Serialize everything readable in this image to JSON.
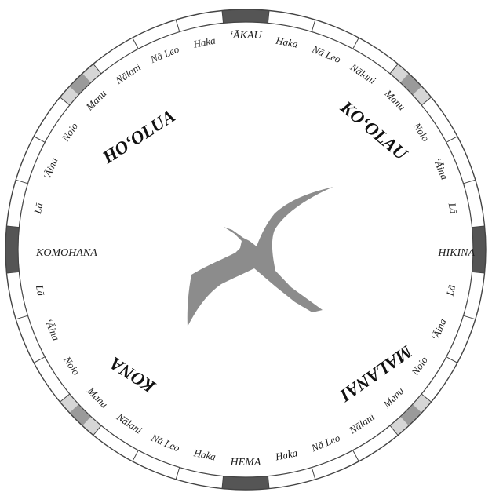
{
  "directions": {
    "north": "ʻĀKAU",
    "east": "HIKINA",
    "south": "HEMA",
    "west": "KOMOHANA"
  },
  "winds": {
    "northwest": "HOʻOLUA",
    "northeast": "KOʻOLAU",
    "southwest": "KONA",
    "southeast": "MALANAI"
  },
  "houses": {
    "haka": "Haka",
    "na_leo": "Nā Leo",
    "nalani": "Nālani",
    "manu": "Manu",
    "noio": "Noio",
    "aina": "ʻĀina",
    "la": "Lā"
  },
  "colors": {
    "ring_dark": "#555555",
    "ring_light": "#d6d6d6",
    "bird": "#8c8c8c",
    "outline": "#444444"
  },
  "icons": {
    "center": "frigatebird-icon"
  }
}
